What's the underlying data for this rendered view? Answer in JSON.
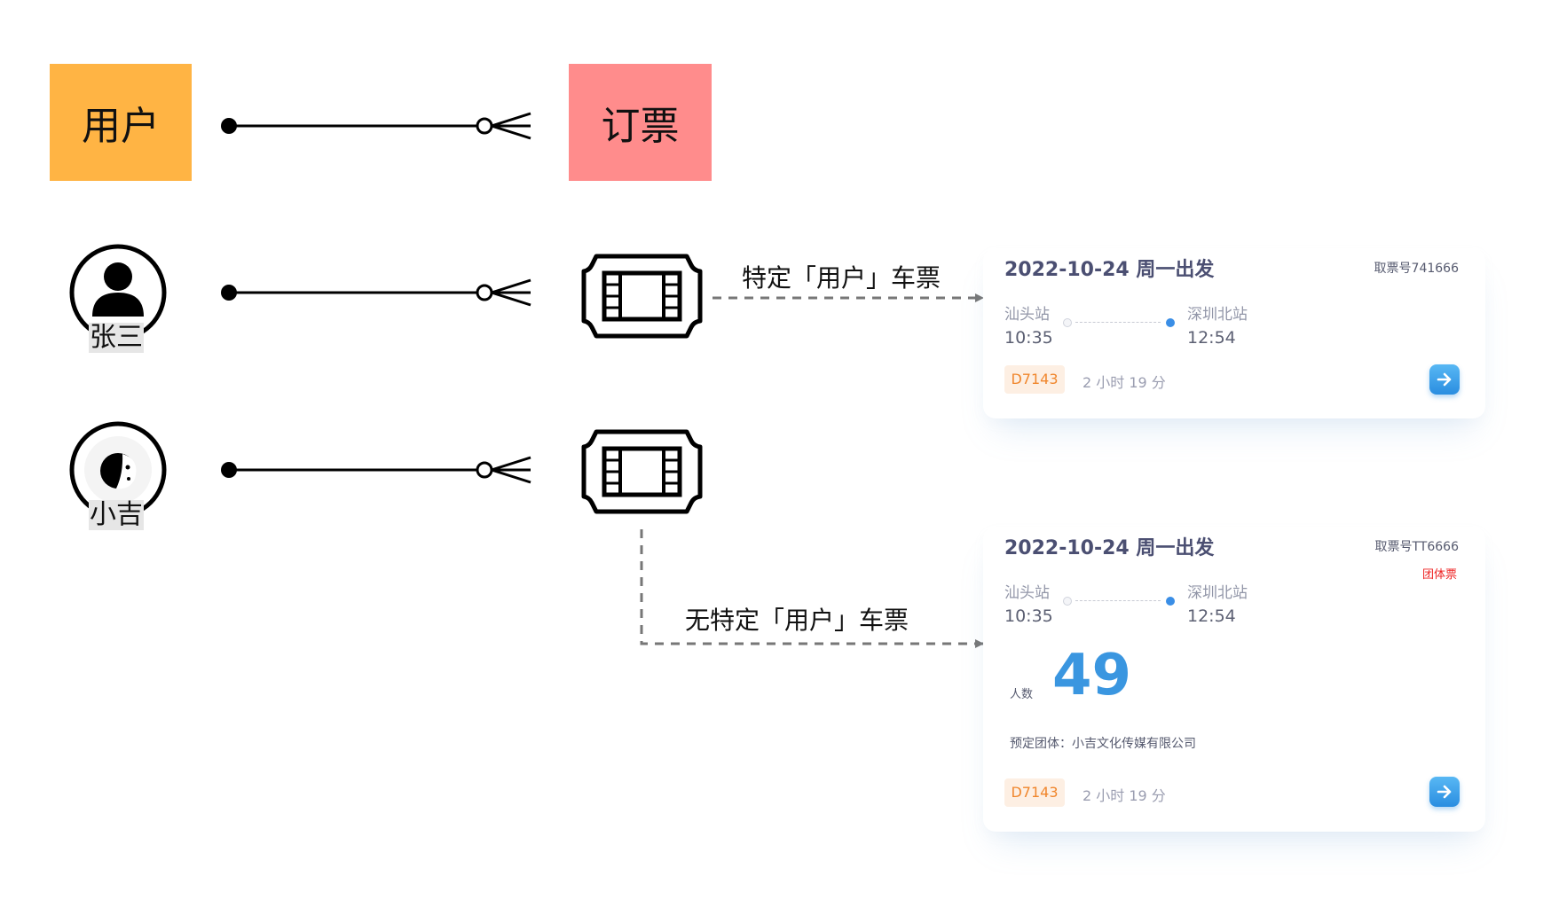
{
  "entities": {
    "user": "用户",
    "ticket": "订票"
  },
  "avatars": [
    {
      "name": "张三",
      "icon": "person-icon"
    },
    {
      "name": "小吉",
      "icon": "mascot-icon"
    }
  ],
  "relations": {
    "specific": "特定「用户」车票",
    "nonspecific": "无特定「用户」车票"
  },
  "colors": {
    "user_fill": "#ffb444",
    "ticket_fill": "#ff8c8c",
    "accent": "#3a96e0",
    "badge_text": "#f0862c",
    "group_tag": "#ee2222"
  },
  "cards": [
    {
      "date": "2022-10-24 周一出发",
      "ticket_no": "取票号741666",
      "from_station": "汕头站",
      "to_station": "深圳北站",
      "depart_time": "10:35",
      "arrive_time": "12:54",
      "train": "D7143",
      "duration": "2 小时 19 分"
    },
    {
      "date": "2022-10-24 周一出发",
      "ticket_no": "取票号TT6666",
      "tag": "团体票",
      "from_station": "汕头站",
      "to_station": "深圳北站",
      "depart_time": "10:35",
      "arrive_time": "12:54",
      "count_label": "人数",
      "count": "49",
      "group": "预定团体：小吉文化传媒有限公司",
      "train": "D7143",
      "duration": "2 小时 19 分"
    }
  ]
}
